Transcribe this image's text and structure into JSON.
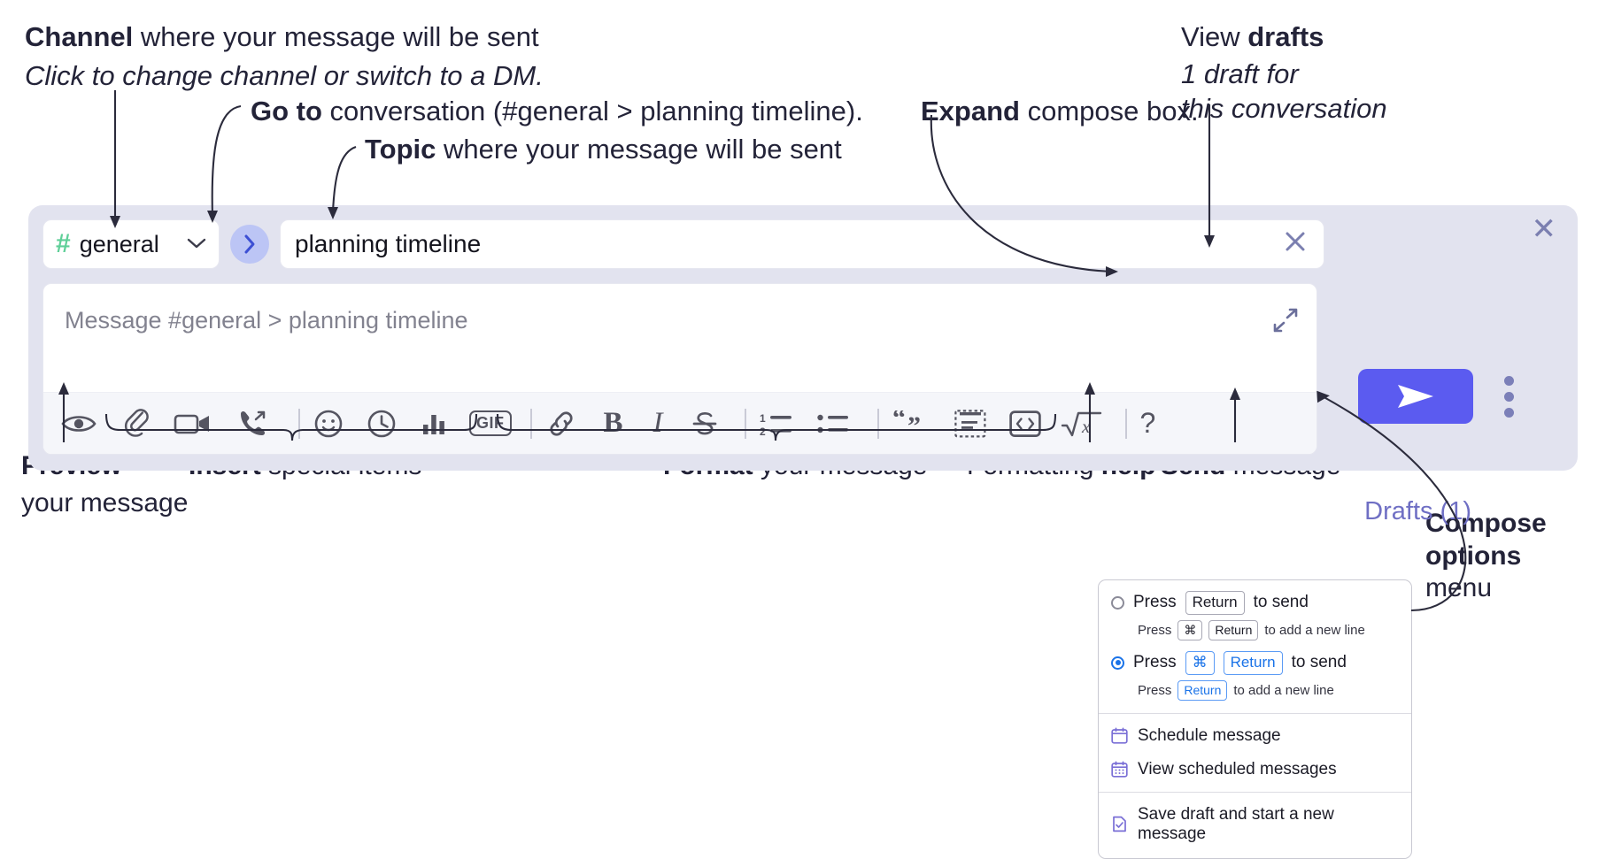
{
  "annotations": {
    "channel": {
      "strong": "Channel",
      "rest": " where your message will be sent",
      "italic": "Click to change channel or switch to a DM."
    },
    "goto": {
      "strong": "Go to",
      "rest": " conversation (#general > planning timeline)."
    },
    "topic": {
      "strong": "Topic",
      "rest": " where your message will be sent"
    },
    "expand": {
      "strong": "Expand",
      "rest": " compose box."
    },
    "drafts": {
      "lead": "View ",
      "strong": "drafts",
      "italic_line1": "1 draft for",
      "italic_line2": "this conversation"
    },
    "preview": {
      "strong": "Preview",
      "line2": "your message"
    },
    "insert": {
      "strong": "Insert",
      "rest": " special items"
    },
    "format": {
      "strong": "Format",
      "rest": " your message"
    },
    "help": {
      "lead": "Formatting ",
      "strong": "help"
    },
    "send": {
      "strong": "Send",
      "rest": " message"
    },
    "compose_options": {
      "strong_line1": "Compose",
      "strong_line2": "options",
      "line3": "menu"
    }
  },
  "compose": {
    "channel_name": "general",
    "hash_symbol": "#",
    "goto_symbol": "›",
    "topic_value": "planning timeline",
    "topic_clear_label": "✕",
    "message_placeholder": "Message #general > planning timeline",
    "drafts_label": "Drafts (1)",
    "close_label": "✕",
    "toolbar": [
      {
        "name": "preview-icon",
        "label": "preview"
      },
      {
        "name": "attachment-icon",
        "label": "attach file"
      },
      {
        "name": "video-icon",
        "label": "video clip"
      },
      {
        "name": "audio-call-icon",
        "label": "audio clip"
      },
      {
        "name": "divider-1",
        "label": "divider"
      },
      {
        "name": "emoji-icon",
        "label": "emoji"
      },
      {
        "name": "clock-icon",
        "label": "reminder"
      },
      {
        "name": "poll-icon",
        "label": "poll"
      },
      {
        "name": "gif-icon",
        "label": "GIF"
      },
      {
        "name": "divider-2",
        "label": "divider"
      },
      {
        "name": "link-icon",
        "label": "link"
      },
      {
        "name": "bold-icon",
        "label": "B"
      },
      {
        "name": "italic-icon",
        "label": "I"
      },
      {
        "name": "strikethrough-icon",
        "label": "S"
      },
      {
        "name": "divider-3",
        "label": "divider"
      },
      {
        "name": "ordered-list-icon",
        "label": "ordered list"
      },
      {
        "name": "bullet-list-icon",
        "label": "bullet list"
      },
      {
        "name": "divider-4",
        "label": "divider"
      },
      {
        "name": "blockquote-icon",
        "label": "blockquote"
      },
      {
        "name": "code-block-icon",
        "label": "code block"
      },
      {
        "name": "code-inline-icon",
        "label": "inline code"
      },
      {
        "name": "latex-icon",
        "label": "latex"
      },
      {
        "name": "divider-5",
        "label": "divider"
      },
      {
        "name": "help-icon",
        "label": "?"
      }
    ],
    "gif_label": "GIF",
    "bold_label": "B",
    "italic_label": "I",
    "strike_label": "S",
    "help_label": "?"
  },
  "compose_options_menu": {
    "option_1": {
      "selected": false,
      "press": "Press",
      "key": "Return",
      "tail": "to send",
      "sub_press": "Press",
      "sub_key1": "⌘",
      "sub_key2": "Return",
      "sub_tail": "to add a new line"
    },
    "option_2": {
      "selected": true,
      "press": "Press",
      "key1": "⌘",
      "key2": "Return",
      "tail": "to send",
      "sub_press": "Press",
      "sub_key": "Return",
      "sub_tail": "to add a new line"
    },
    "items": [
      {
        "icon": "calendar-icon",
        "label": "Schedule message"
      },
      {
        "icon": "calendar-grid-icon",
        "label": "View scheduled messages"
      },
      {
        "icon": "save-draft-icon",
        "label": "Save draft and start a new message"
      }
    ]
  },
  "colors": {
    "panel_bg": "#e2e3ef",
    "accent_purple": "#5b5bf0",
    "hash_green": "#5fcf98",
    "goto_bg": "#bcc5f5",
    "drafts_text": "#6f6fc4",
    "radio_blue": "#1a73e8",
    "menu_icon": "#7a6fd6"
  }
}
